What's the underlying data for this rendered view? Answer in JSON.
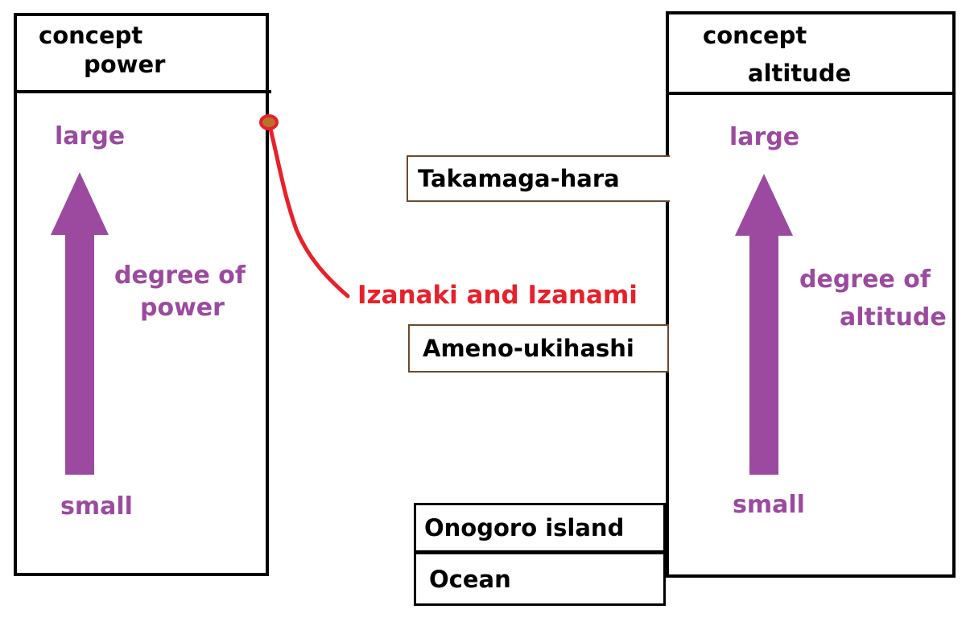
{
  "colors": {
    "purple": "#9b4a9f",
    "red": "#e8202a",
    "brown": "#6b4a2e",
    "black": "#000000"
  },
  "left_panel": {
    "title_line1": "concept",
    "title_line2": "power",
    "top_label": "large",
    "bottom_label": "small",
    "axis_label_line1": "degree of",
    "axis_label_line2": "power"
  },
  "right_panel": {
    "title_line1": "concept",
    "title_line2": "altitude",
    "top_label": "large",
    "bottom_label": "small",
    "axis_label_line1": "degree of",
    "axis_label_line2": "altitude"
  },
  "places": {
    "takamaga": "Takamaga-hara",
    "ameno": "Ameno-ukihashi",
    "onogoro": "Onogoro island",
    "ocean": "Ocean"
  },
  "annotation": {
    "label": "Izanaki and Izanami"
  }
}
